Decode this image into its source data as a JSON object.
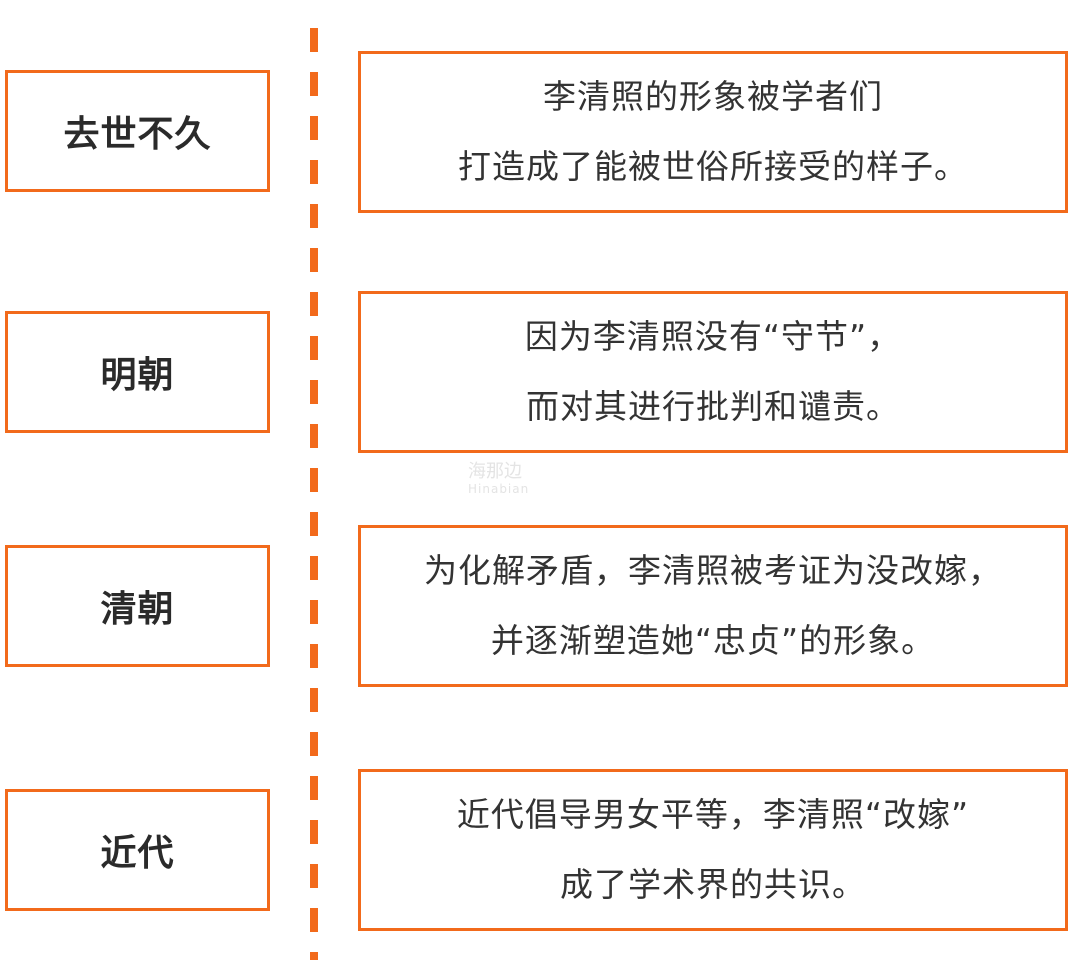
{
  "colors": {
    "accent": "#f26a1b",
    "text": "#2a2a2a",
    "watermark": "#e4e4e4"
  },
  "timeline": [
    {
      "period": "去世不久",
      "lines": [
        "李清照的形象被学者们",
        "打造成了能被世俗所接受的样子。"
      ]
    },
    {
      "period": "明朝",
      "lines": [
        "因为李清照没有“守节”，",
        "而对其进行批判和谴责。"
      ]
    },
    {
      "period": "清朝",
      "lines": [
        "为化解矛盾，李清照被考证为没改嫁，",
        "并逐渐塑造她“忠贞”的形象。"
      ]
    },
    {
      "period": "近代",
      "lines": [
        "近代倡导男女平等，李清照“改嫁”",
        "成了学术界的共识。"
      ]
    }
  ],
  "watermark": {
    "text_cn": "海那边",
    "text_en": "Hinabian"
  }
}
